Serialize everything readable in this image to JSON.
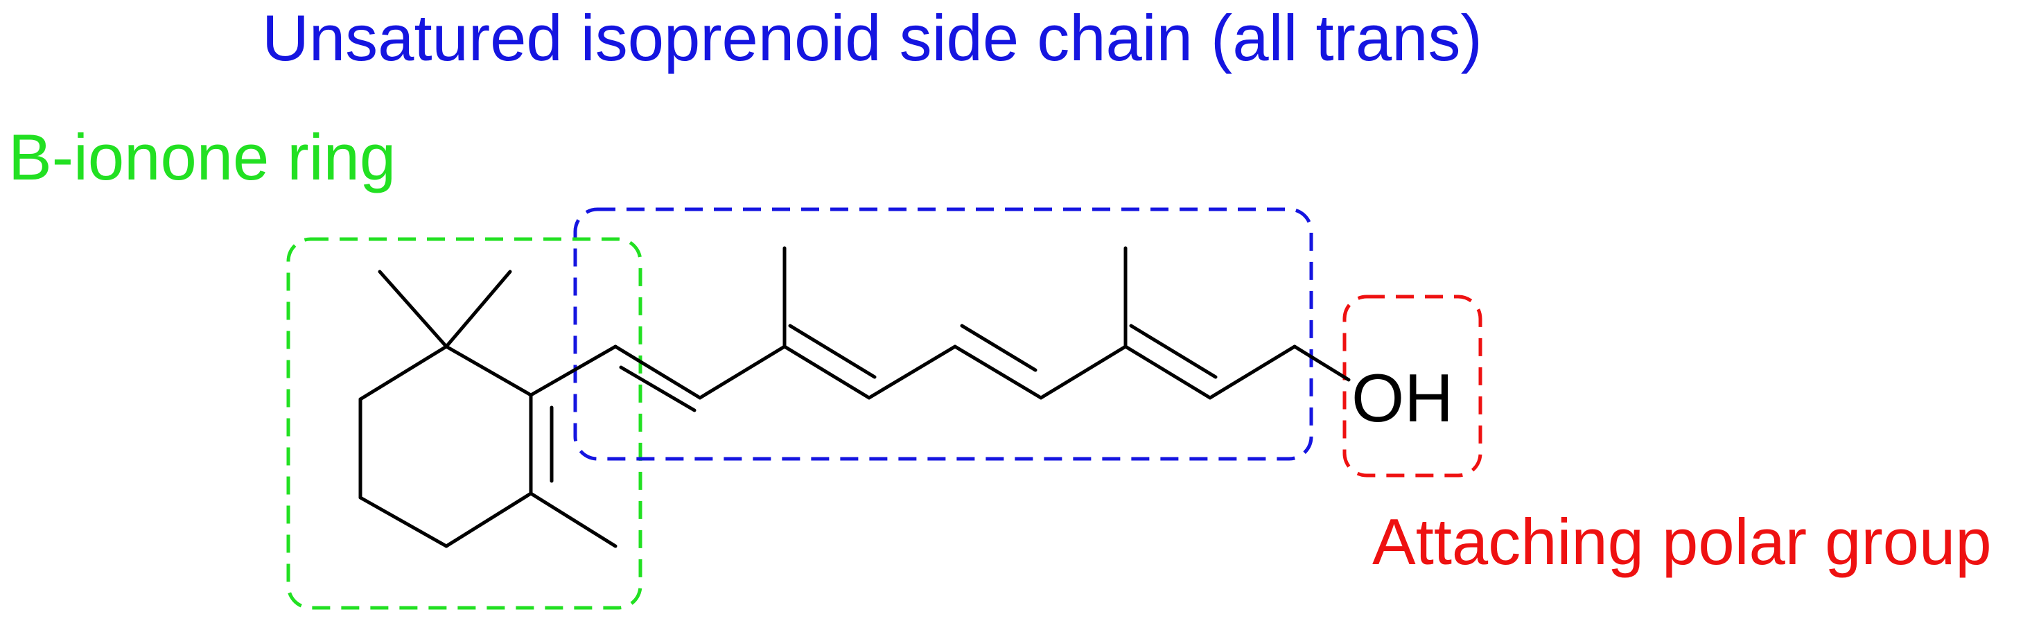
{
  "labels": {
    "side_chain": "Unsatured isoprenoid side chain (all trans)",
    "ring": "B-ionone ring",
    "polar": "Attaching polar group",
    "hydroxyl": "OH"
  },
  "colors": {
    "side_chain": "#1515e0",
    "ring": "#22e022",
    "polar": "#ee1111",
    "bond": "#000000"
  }
}
